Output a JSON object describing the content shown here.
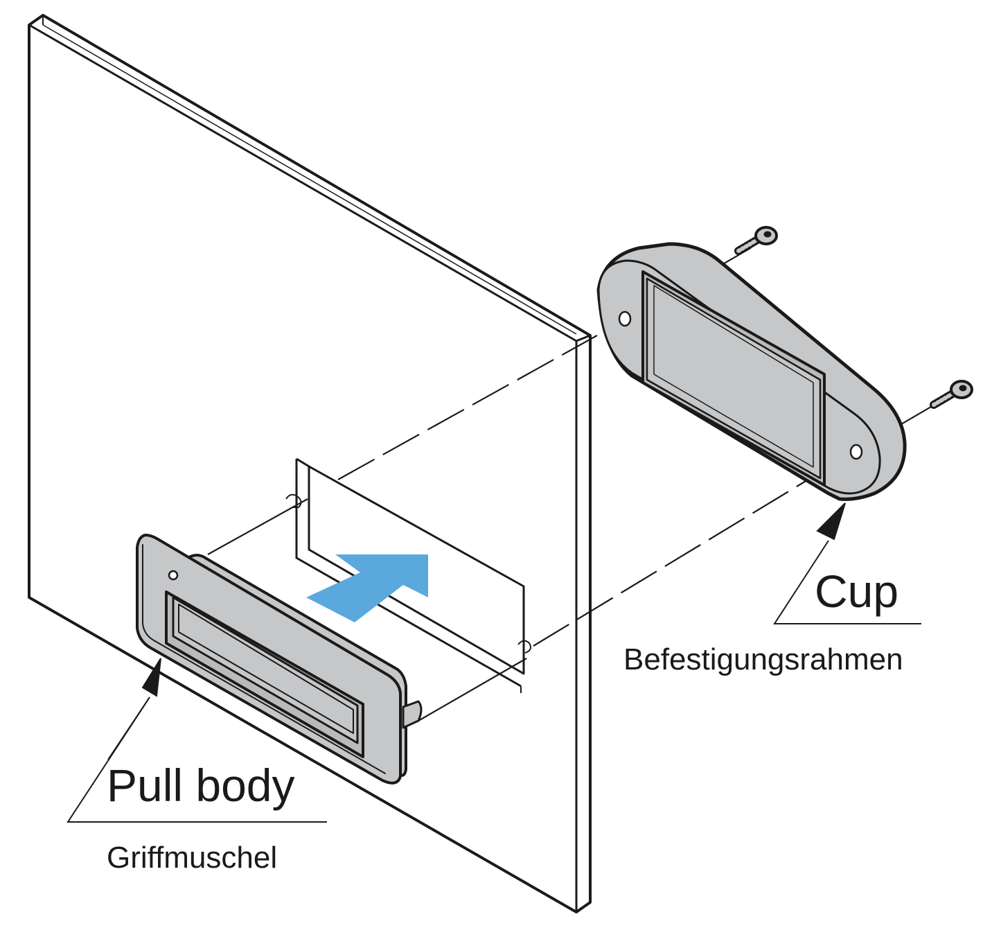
{
  "labels": {
    "pull_body": "Pull body",
    "pull_body_sub": "Griffmuschel",
    "cup": "Cup",
    "cup_sub": "Befestigungsrahmen"
  },
  "colors": {
    "line": "#1a1a1a",
    "part_fill": "#c6c7c9",
    "part_inner": "#b9babc",
    "panel_fill": "#ffffff",
    "arrow": "#5ba8dd"
  },
  "icons": {
    "insert_direction": "arrow-right-icon",
    "screw": "screw-icon",
    "leader": "leader-arrow-icon"
  }
}
